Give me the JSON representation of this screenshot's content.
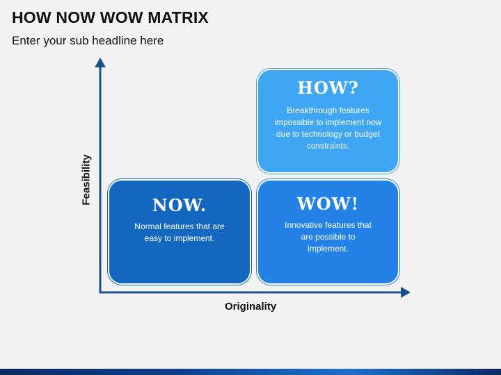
{
  "slide": {
    "title": "HOW NOW WOW MATRIX",
    "subtitle": "Enter your sub headline here"
  },
  "axes": {
    "x_label": "Originality",
    "y_label": "Feasibility",
    "color": "#1a4f8c"
  },
  "quadrants": {
    "how": {
      "heading": "HOW?",
      "text": "Breakthrough features impossible to implement now due to technology or budget constraints.",
      "color": "#3ea6f2"
    },
    "now": {
      "heading": "NOW.",
      "text": "Normal features that are easy to implement.",
      "color": "#1467bf"
    },
    "wow": {
      "heading": "WOW!",
      "text": "Innovative features that are possible to implement.",
      "color": "#2482e6"
    }
  }
}
